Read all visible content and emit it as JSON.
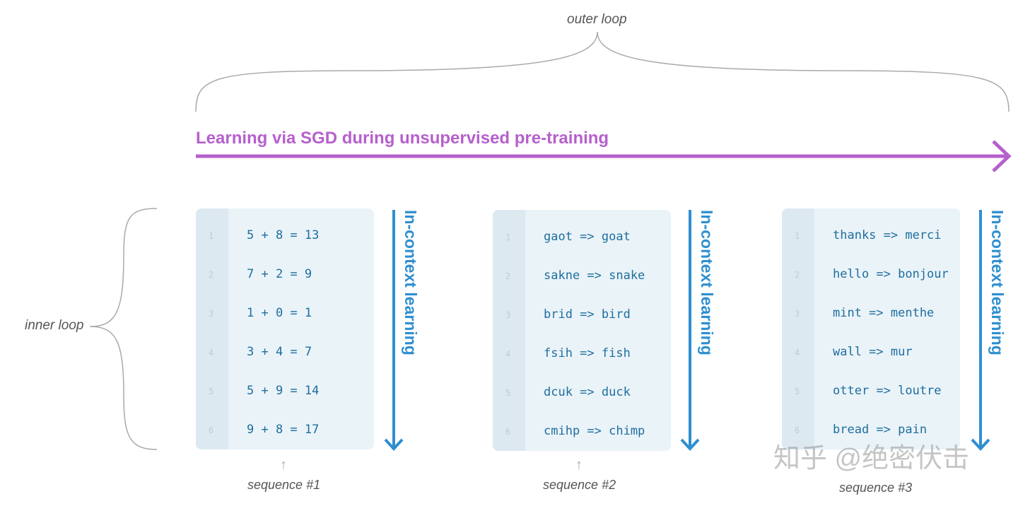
{
  "outer_loop_label": "outer loop",
  "inner_loop_label": "inner loop",
  "sgd_title": "Learning via SGD during unsupervised pre-training",
  "in_context_label": "In-context learning",
  "colors": {
    "purple": "#b660cd",
    "blue": "#2e8fd0",
    "code": "#1e6e9e",
    "box": "#eaf3f8"
  },
  "sequences": [
    {
      "label": "sequence #1",
      "lines": [
        "5 + 8 = 13",
        "7 + 2 = 9",
        "1 + 0 = 1",
        "3 + 4 = 7",
        "5 + 9 = 14",
        "9 + 8 = 17"
      ]
    },
    {
      "label": "sequence #2",
      "lines": [
        "gaot => goat",
        "sakne => snake",
        "brid => bird",
        "fsih => fish",
        "dcuk => duck",
        "cmihp => chimp"
      ]
    },
    {
      "label": "sequence #3",
      "lines": [
        "thanks => merci",
        "hello => bonjour",
        "mint => menthe",
        "wall => mur",
        "otter => loutre",
        "bread => pain"
      ]
    }
  ],
  "line_numbers": [
    "1",
    "2",
    "3",
    "4",
    "5",
    "6"
  ],
  "watermark": "知乎 @绝密伏击"
}
